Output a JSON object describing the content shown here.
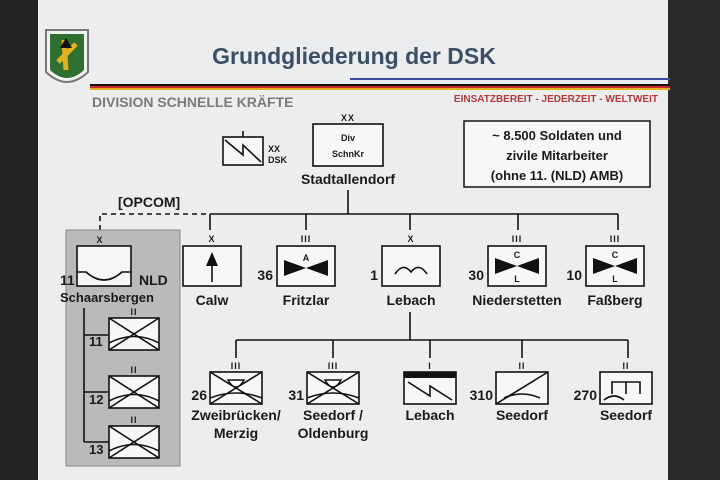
{
  "poster": {
    "title": "Grundgliederung der DSK",
    "subtitle": "DIVISION SCHNELLE KRÄFTE",
    "slogan": "EINSATZBEREIT - JEDERZEIT - WELTWEIT",
    "info_lines": [
      "~ 8.500 Soldaten und",
      "zivile Mitarbeiter",
      "(ohne 11. (NLD) AMB)"
    ]
  },
  "hq": {
    "echelon": "XX",
    "line1": "Div",
    "line2": "SchnKr",
    "location": "Stadtallendorf",
    "dsk_echelon": "XX",
    "dsk_label": "DSK"
  },
  "opcom_label": "[OPCOM]",
  "nld": {
    "echelon": "X",
    "number": "11",
    "suffix": "NLD",
    "location": "Schaarsbergen",
    "battalions": [
      {
        "number": "11",
        "echelon": "II"
      },
      {
        "number": "12",
        "echelon": "II"
      },
      {
        "number": "13",
        "echelon": "II"
      }
    ]
  },
  "brigades": [
    {
      "number": "",
      "echelon": "X",
      "location": "Calw"
    },
    {
      "number": "36",
      "echelon": "III",
      "symbol_letter": "A",
      "location": "Fritzlar"
    },
    {
      "number": "1",
      "echelon": "X",
      "location": "Lebach"
    },
    {
      "number": "30",
      "echelon": "III",
      "symbol_letters": [
        "C",
        "L"
      ],
      "location": "Niederstetten"
    },
    {
      "number": "10",
      "echelon": "III",
      "symbol_letters": [
        "C",
        "L"
      ],
      "location": "Faßberg"
    }
  ],
  "sub_units": [
    {
      "number": "26",
      "echelon": "III",
      "location": [
        "Zweibrücken/",
        "Merzig"
      ]
    },
    {
      "number": "31",
      "echelon": "III",
      "location": [
        "Seedorf /",
        "Oldenburg"
      ]
    },
    {
      "number": "",
      "echelon": "I",
      "location": [
        "Lebach"
      ]
    },
    {
      "number": "310",
      "echelon": "II",
      "location": [
        "Seedorf"
      ]
    },
    {
      "number": "270",
      "echelon": "II",
      "location": [
        "Seedorf"
      ]
    }
  ],
  "colors": {
    "title": "#3b4f66",
    "slogan": "#b03a3a",
    "panel": "#b9babc",
    "flag_black": "#111111",
    "flag_red": "#cc2a2a",
    "flag_gold": "#e3b21f"
  }
}
